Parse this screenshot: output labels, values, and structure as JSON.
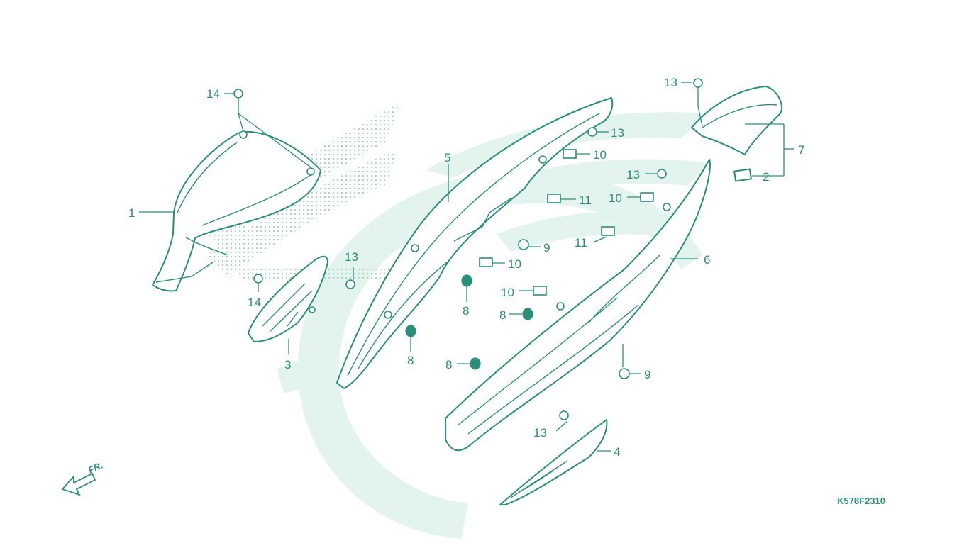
{
  "diagram": {
    "drawing_code": "K578F2310",
    "front_indicator": "FR.",
    "colors": {
      "line": "#2a8f79",
      "watermark": "#e3f3ee",
      "dots": "#9fd3c4"
    },
    "callouts": {
      "c1": "1",
      "c2": "2",
      "c3": "3",
      "c4": "4",
      "c5": "5",
      "c6": "6",
      "c7": "7",
      "c8a": "8",
      "c8b": "8",
      "c8c": "8",
      "c8d": "8",
      "c9a": "9",
      "c9b": "9",
      "c10a": "10",
      "c10b": "10",
      "c10c": "10",
      "c10d": "10",
      "c11a": "11",
      "c11b": "11",
      "c13a": "13",
      "c13b": "13",
      "c13c": "13",
      "c13d": "13",
      "c13e": "13",
      "c14a": "14",
      "c14b": "14"
    }
  }
}
